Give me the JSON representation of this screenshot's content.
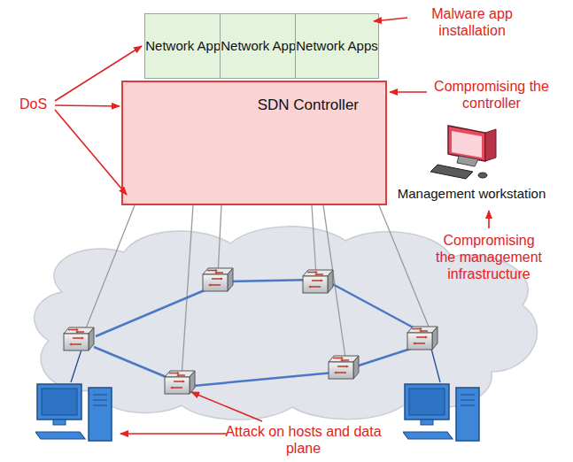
{
  "diagram": {
    "nodes": [
      {
        "text": [
          "Network Apps"
        ]
      },
      {
        "text": [
          "Network Apps"
        ]
      },
      {
        "text": [
          "Network Apps"
        ]
      },
      {
        "text": [
          "SDN Controller"
        ]
      }
    ],
    "labels": [
      "Malware app installation",
      "DoS",
      "Compromising the controller",
      "Management workstation",
      "Compromising the management infrastructure",
      "Attack on hosts and data plane"
    ]
  }
}
